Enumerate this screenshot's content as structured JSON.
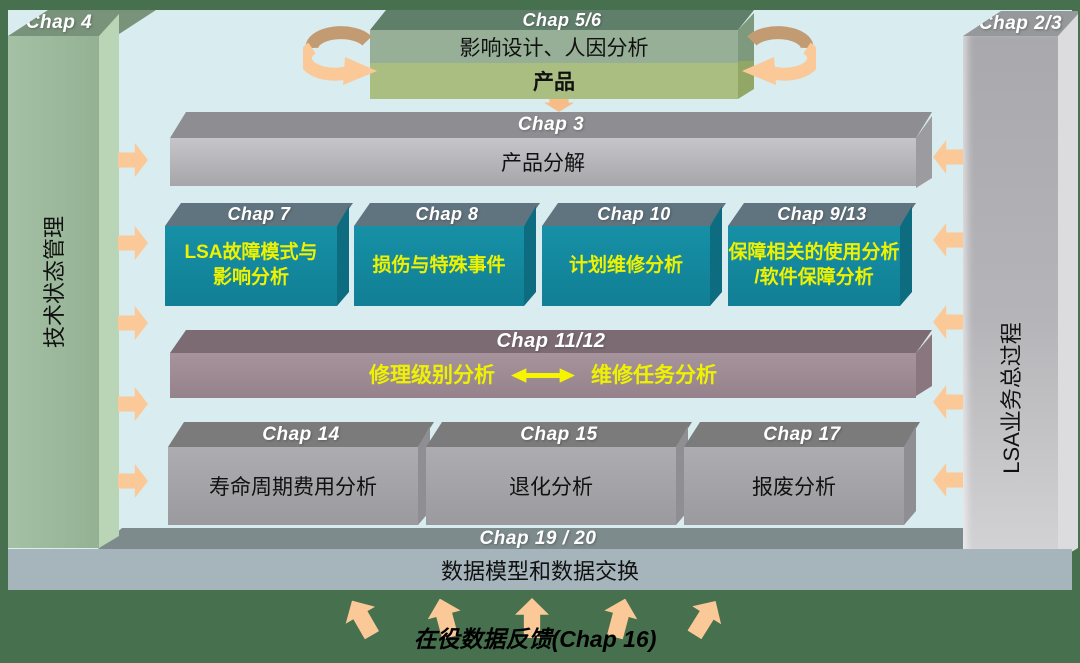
{
  "colors": {
    "frame_green": "#47714e",
    "panel_blue": "#d9ecef",
    "bar_green": "#9cbb9c",
    "bar_gray": "#b3b3b7",
    "teal": "#13889e",
    "mauve": "#9e8a93",
    "box_gray": "#a3a3a7",
    "data_band": "#a6b5bc",
    "arrow_peach": "#fbc997",
    "arrow_brown": "#c39b72",
    "highlight_yellow": "#eef200"
  },
  "left_bar": {
    "chap": "Chap 4",
    "label": "技术状态管理"
  },
  "right_bar": {
    "chap": "Chap 2/3",
    "label": "LSA业务总过程"
  },
  "product_box": {
    "chap": "Chap 5/6",
    "analysis": "影响设计、人因分析",
    "product": "产品"
  },
  "breakdown_box": {
    "chap": "Chap 3",
    "label": "产品分解"
  },
  "analysis_boxes": [
    {
      "chap": "Chap 7",
      "line1": "LSA故障模式与",
      "line2": "影响分析"
    },
    {
      "chap": "Chap 8",
      "line1": "损伤与特殊事件",
      "line2": ""
    },
    {
      "chap": "Chap 10",
      "line1": "计划维修分析",
      "line2": ""
    },
    {
      "chap": "Chap 9/13",
      "line1": "保障相关的使用分析",
      "line2": "/软件保障分析"
    }
  ],
  "level_box": {
    "chap": "Chap 11/12",
    "left": "修理级别分析",
    "right": "维修任务分析"
  },
  "cost_boxes": [
    {
      "chap": "Chap 14",
      "label": "寿命周期费用分析"
    },
    {
      "chap": "Chap 15",
      "label": "退化分析"
    },
    {
      "chap": "Chap 17",
      "label": "报废分析"
    }
  ],
  "data_bar": {
    "chap": "Chap 19 / 20",
    "label": "数据模型和数据交换"
  },
  "feedback_label": "在役数据反馈(Chap 16)"
}
